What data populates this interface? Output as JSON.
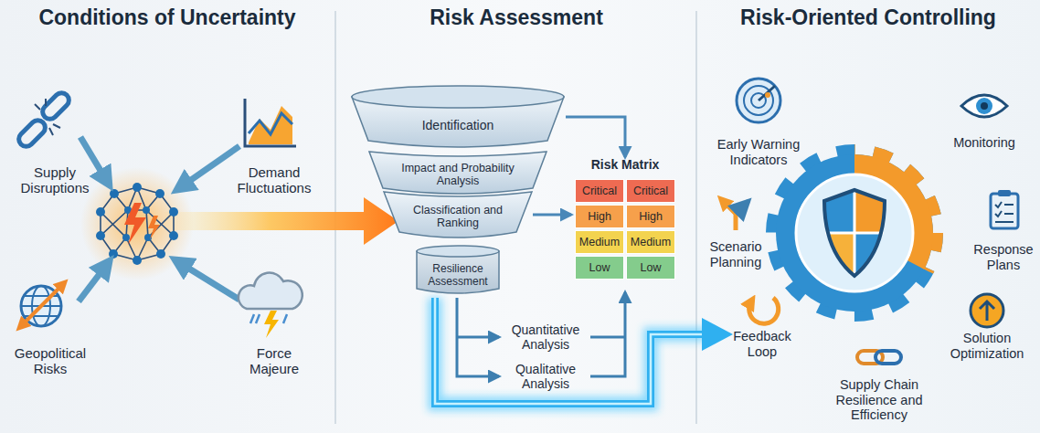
{
  "diagram": {
    "nodes": [
      {
        "text": [
          "Identification"
        ]
      },
      {
        "text": [
          "Impact and Probability Analysis"
        ]
      },
      {
        "text": [
          "Classification and Ranking"
        ]
      },
      {
        "text": [
          "Resilience Assessment"
        ]
      },
      {
        "text": [
          "Risk Matrix"
        ]
      },
      {
        "text": [
          "Critical"
        ],
        "in": 4
      },
      {
        "text": [
          "Critical"
        ],
        "in": 4
      },
      {
        "text": [
          "High"
        ],
        "in": 4
      },
      {
        "text": [
          "High"
        ],
        "in": 4
      },
      {
        "text": [
          "Medium"
        ],
        "in": 4
      },
      {
        "text": [
          "Medium"
        ],
        "in": 4
      },
      {
        "text": [
          "Low"
        ],
        "in": 4
      },
      {
        "text": [
          "Low"
        ],
        "in": 4
      }
    ],
    "edges": [
      {
        "from": 0,
        "to": 4,
        "arrow": "to"
      },
      {
        "from": 2,
        "to": 4,
        "arrow": "to"
      }
    ],
    "labels": [
      "Conditions of Uncertainty",
      "Risk Assessment",
      "Risk-Oriented Controlling",
      "Supply Disruptions",
      "Demand Fluctuations",
      "Geopolitical Risks",
      "Force Majeure",
      "Quantitative Analysis",
      "Qualitative Analysis",
      "Early Warning Indicators",
      "Monitoring",
      "Scenario Planning",
      "Response Plans",
      "Feedback Loop",
      "Solution Optimization",
      "Supply Chain Resilience and Efficiency"
    ]
  }
}
